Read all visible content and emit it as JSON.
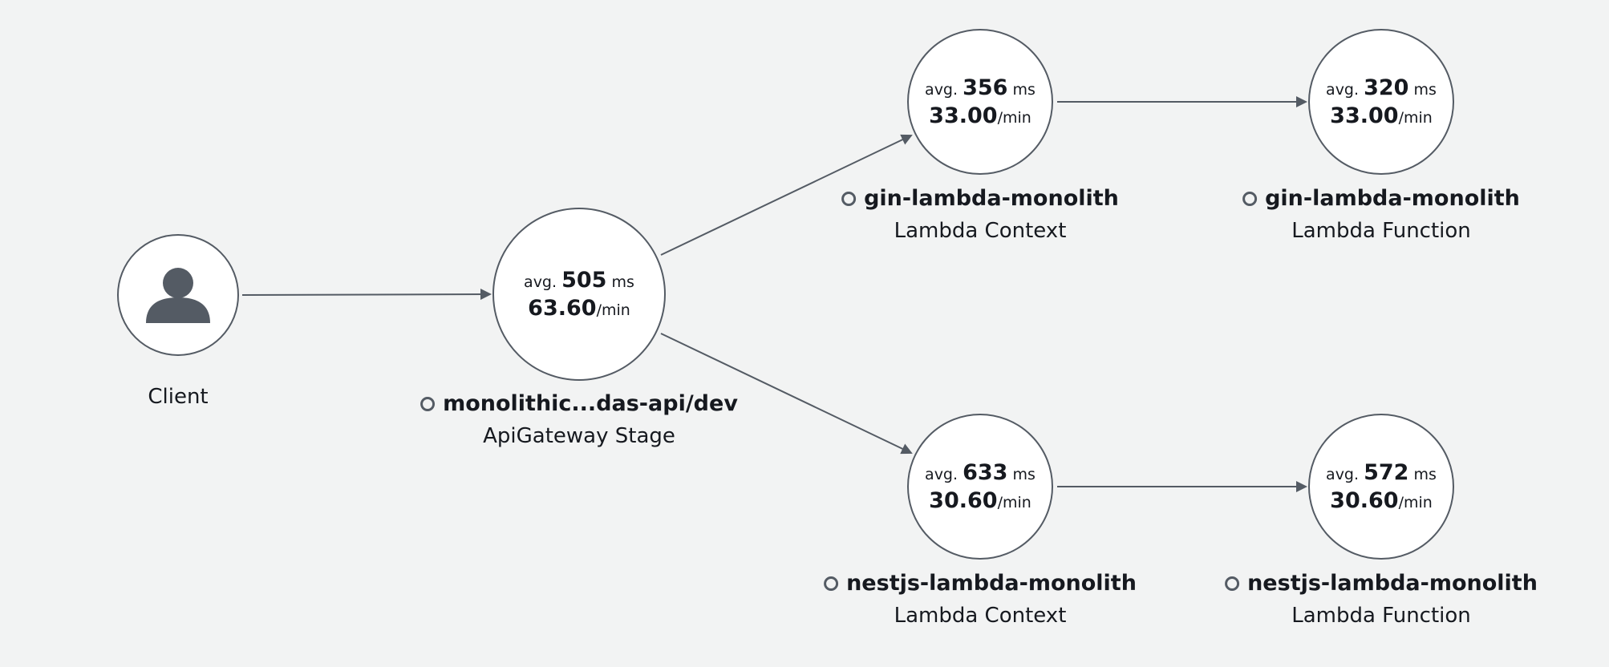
{
  "client": {
    "label": "Client",
    "icon": "user-icon"
  },
  "nodes": {
    "apigw": {
      "avg_prefix": "avg.",
      "avg_value": "505",
      "avg_unit": "ms",
      "rate_value": "63.60",
      "rate_unit": "/min",
      "name": "monolithic...das-api/dev",
      "type": "ApiGateway Stage"
    },
    "gin_context": {
      "avg_prefix": "avg.",
      "avg_value": "356",
      "avg_unit": "ms",
      "rate_value": "33.00",
      "rate_unit": "/min",
      "name": "gin-lambda-monolith",
      "type": "Lambda Context"
    },
    "gin_function": {
      "avg_prefix": "avg.",
      "avg_value": "320",
      "avg_unit": "ms",
      "rate_value": "33.00",
      "rate_unit": "/min",
      "name": "gin-lambda-monolith",
      "type": "Lambda Function"
    },
    "nest_context": {
      "avg_prefix": "avg.",
      "avg_value": "633",
      "avg_unit": "ms",
      "rate_value": "30.60",
      "rate_unit": "/min",
      "name": "nestjs-lambda-monolith",
      "type": "Lambda Context"
    },
    "nest_function": {
      "avg_prefix": "avg.",
      "avg_value": "572",
      "avg_unit": "ms",
      "rate_value": "30.60",
      "rate_unit": "/min",
      "name": "nestjs-lambda-monolith",
      "type": "Lambda Function"
    }
  },
  "colors": {
    "background": "#f2f3f3",
    "stroke": "#545b64",
    "node_fill": "#ffffff",
    "text": "#16191f"
  }
}
